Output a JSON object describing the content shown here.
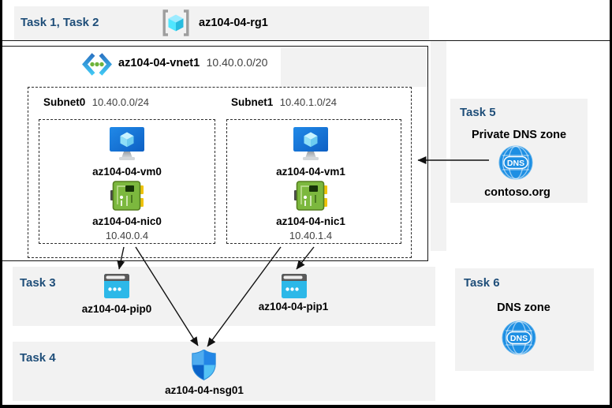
{
  "colors": {
    "task_label": "#1F4E79",
    "panel_bg": "#F2F2F2",
    "line": "#151515",
    "vm_blue": "#1478D4",
    "nic_green": "#7CB83E",
    "pip_cyan": "#2DB8E8",
    "dns_blue": "#1E8FE3",
    "rg_cube_cyan": "#50E6FF",
    "shield_quadrants": [
      "#4FACEF",
      "#2386E6",
      "#0C63C8",
      "#54C2F5"
    ]
  },
  "header": {
    "tasks_label": "Task 1, Task 2",
    "rg_name": "az104-04-rg1"
  },
  "vnet": {
    "name": "az104-04-vnet1",
    "cidr": "10.40.0.0/20"
  },
  "subnets": [
    {
      "name": "Subnet0",
      "cidr": "10.40.0.0/24",
      "vm_name": "az104-04-vm0",
      "nic_name": "az104-04-nic0",
      "nic_ip": "10.40.0.4"
    },
    {
      "name": "Subnet1",
      "cidr": "10.40.1.0/24",
      "vm_name": "az104-04-vm1",
      "nic_name": "az104-04-nic1",
      "nic_ip": "10.40.1.4"
    }
  ],
  "task3": {
    "label": "Task 3",
    "pip_names": [
      "az104-04-pip0",
      "az104-04-pip1"
    ]
  },
  "task4": {
    "label": "Task 4",
    "nsg_name": "az104-04-nsg01"
  },
  "task5": {
    "label": "Task 5",
    "title": "Private DNS zone",
    "zone_name": "contoso.org",
    "dns_icon_text": "DNS"
  },
  "task6": {
    "label": "Task 6",
    "title": "DNS zone",
    "dns_icon_text": "DNS"
  }
}
